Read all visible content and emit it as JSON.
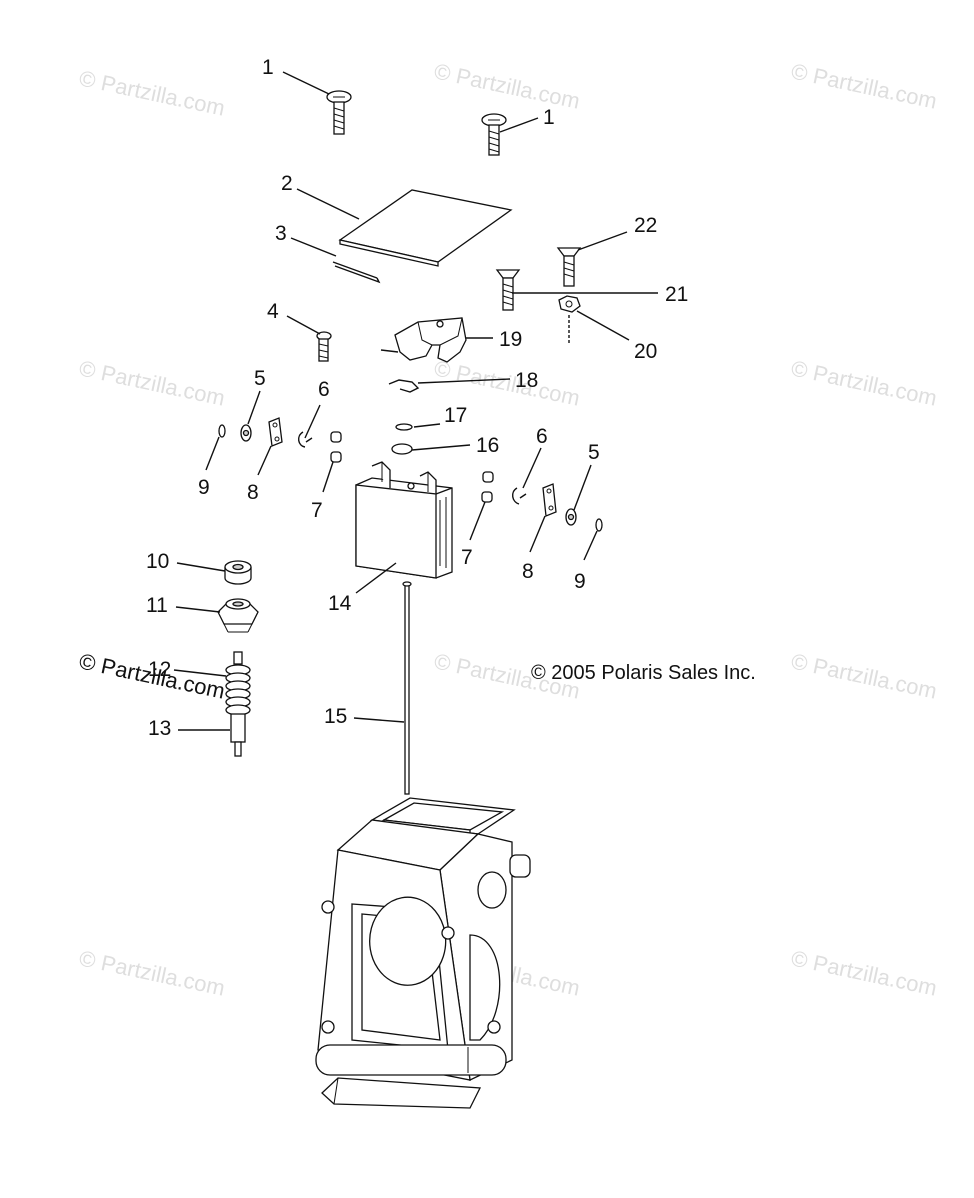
{
  "diagram": {
    "callouts": [
      "1",
      "1",
      "2",
      "3",
      "22",
      "21",
      "4",
      "19",
      "20",
      "18",
      "5",
      "6",
      "17",
      "16",
      "6",
      "5",
      "9",
      "8",
      "7",
      "7",
      "8",
      "9",
      "10",
      "14",
      "11",
      "12",
      "13",
      "15"
    ],
    "copyright": "© 2005 Polaris Sales Inc.",
    "watermark": "© Partzilla.com"
  }
}
